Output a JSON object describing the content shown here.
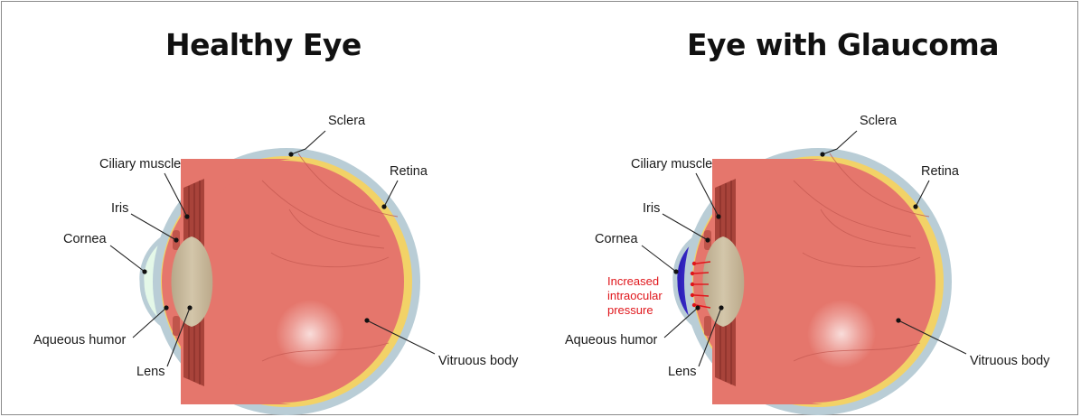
{
  "panels": [
    {
      "title": "Healthy Eye",
      "labels": {
        "sclera": "Sclera",
        "retina": "Retina",
        "ciliary_muscle": "Ciliary muscle",
        "iris": "Iris",
        "cornea": "Cornea",
        "aqueous_humor": "Aqueous humor",
        "lens": "Lens",
        "vitreous_body": "Vitruous body"
      }
    },
    {
      "title": "Eye with Glaucoma",
      "labels": {
        "sclera": "Sclera",
        "retina": "Retina",
        "ciliary_muscle": "Ciliary muscle",
        "iris": "Iris",
        "cornea": "Cornea",
        "aqueous_humor": "Aqueous humor",
        "lens": "Lens",
        "vitreous_body": "Vitruous body"
      },
      "pressure_note": [
        "Increased",
        "intraocular",
        "pressure"
      ]
    }
  ],
  "colors": {
    "sclera": "#b9cdd6",
    "retina": "#f2d267",
    "vitreous": "#e5766c",
    "lens": "#c8b899",
    "muscle": "#a8433a",
    "aqueous_healthy": "#e4f8e8",
    "aqueous_glaucoma": "#5a4ad8",
    "pressure_text": "#e0161b"
  }
}
